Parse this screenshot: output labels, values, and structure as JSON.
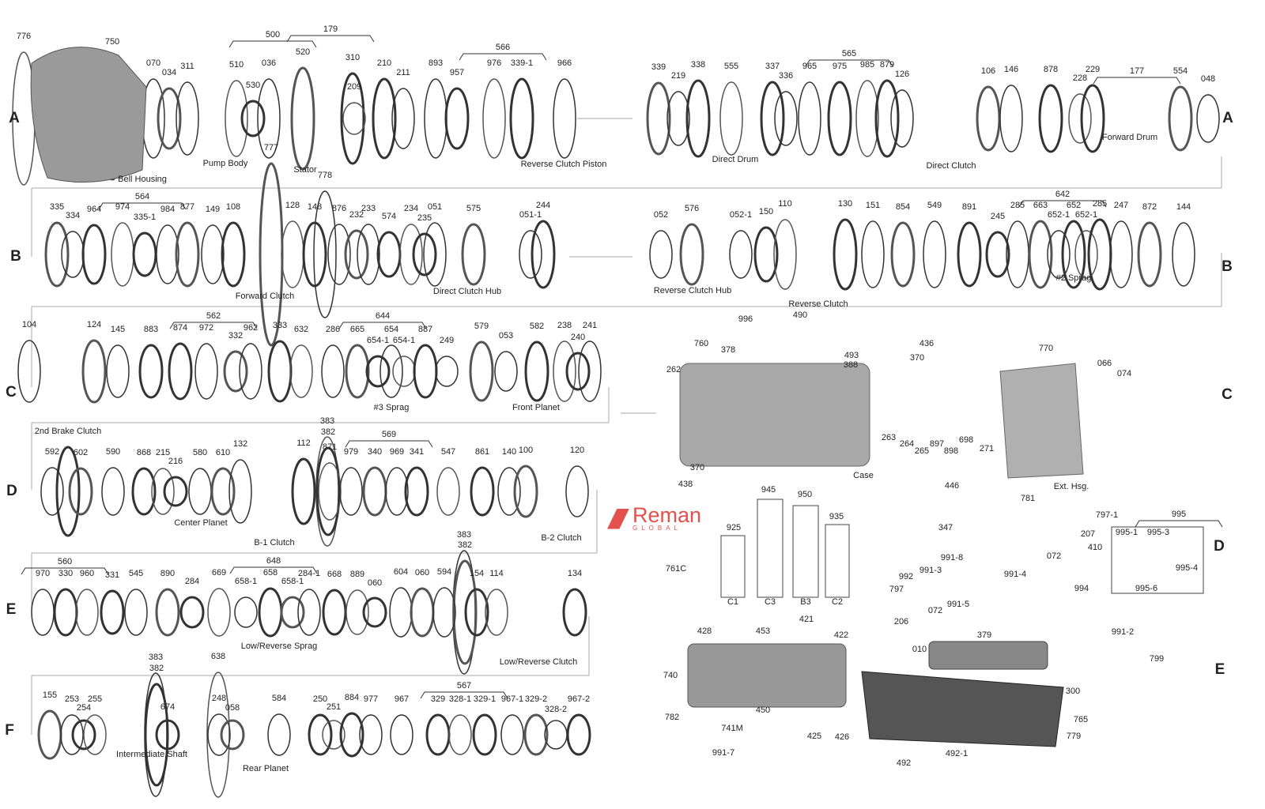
{
  "row_letters": [
    "A",
    "A",
    "B",
    "B",
    "C",
    "C",
    "D",
    "D",
    "E",
    "E",
    "F"
  ],
  "logo": {
    "name": "Reman",
    "sub": "GLOBAL"
  },
  "labels": [
    "776",
    "750",
    "070",
    "034",
    "311",
    "500",
    "510",
    "530",
    "036",
    "520",
    "179",
    "310",
    "209",
    "210",
    "211",
    "566",
    "893",
    "957",
    "976",
    "339-1",
    "966",
    "777",
    "778",
    "Stator",
    "Pump Body",
    "Bell Housing",
    "Reverse Clutch Piston",
    "339",
    "219",
    "338",
    "555",
    "337",
    "336",
    "565",
    "965",
    "975",
    "985",
    "879",
    "126",
    "106",
    "146",
    "878",
    "228",
    "229",
    "177",
    "554",
    "048",
    "Direct Drum",
    "Direct Clutch",
    "Forward Drum",
    "564",
    "335",
    "334",
    "964",
    "974",
    "335-1",
    "984",
    "877",
    "149",
    "108",
    "128",
    "148",
    "876",
    "232",
    "233",
    "574",
    "234",
    "235",
    "051",
    "575",
    "051-1",
    "244",
    "Forward Clutch",
    "Direct Clutch Hub",
    "052",
    "576",
    "052-1",
    "150",
    "110",
    "130",
    "151",
    "854",
    "549",
    "891",
    "642",
    "245",
    "285",
    "663",
    "652-1",
    "652",
    "652-1",
    "285",
    "247",
    "872",
    "144",
    "Reverse Clutch Hub",
    "Reverse Clutch",
    "#2 Sprag",
    "104",
    "124",
    "145",
    "883",
    "562",
    "874",
    "972",
    "332",
    "962",
    "333",
    "632",
    "644",
    "286",
    "665",
    "654",
    "654-1",
    "654-1",
    "887",
    "249",
    "579",
    "053",
    "582",
    "238",
    "240",
    "241",
    "#3 Sprag",
    "Front Planet",
    "2nd Brake Clutch",
    "383",
    "382",
    "996",
    "490",
    "378",
    "760",
    "493",
    "388",
    "436",
    "370",
    "770",
    "066",
    "074",
    "262",
    "263",
    "264",
    "265",
    "897",
    "898",
    "698",
    "271",
    "370",
    "438",
    "Case",
    "Ext. Hsg.",
    "781",
    "592",
    "602",
    "590",
    "868",
    "215",
    "216",
    "580",
    "610",
    "132",
    "112",
    "871",
    "569",
    "979",
    "340",
    "969",
    "341",
    "547",
    "861",
    "140",
    "100",
    "120",
    "Center Planet",
    "B-1 Clutch",
    "B-2 Clutch",
    "383",
    "382",
    "925",
    "945",
    "950",
    "935",
    "761C",
    "C1",
    "C3",
    "B3",
    "C2",
    "446",
    "347",
    "797-1",
    "207",
    "410",
    "072",
    "995",
    "995-1",
    "995-3",
    "995-4",
    "995-6",
    "991-8",
    "991-3",
    "992",
    "991-4",
    "797",
    "072",
    "991-5",
    "206",
    "994",
    "560",
    "970",
    "330",
    "960",
    "331",
    "545",
    "890",
    "648",
    "284",
    "669",
    "658",
    "658-1",
    "658-1",
    "284-1",
    "668",
    "889",
    "060",
    "604",
    "060",
    "594",
    "154",
    "114",
    "134",
    "Low/Reverse Sprag",
    "Low/Reverse Clutch",
    "383",
    "382",
    "638",
    "428",
    "453",
    "421",
    "422",
    "740",
    "450",
    "425",
    "426",
    "782",
    "741M",
    "991-7",
    "379",
    "010",
    "300",
    "765",
    "779",
    "492-1",
    "492",
    "991-2",
    "799",
    "155",
    "253",
    "254",
    "255",
    "674",
    "248",
    "058",
    "584",
    "250",
    "251",
    "884",
    "977",
    "567",
    "967",
    "329",
    "328-1",
    "329-1",
    "967-1",
    "329-2",
    "328-2",
    "967-2",
    "Intermediate Shaft",
    "Rear Planet"
  ]
}
